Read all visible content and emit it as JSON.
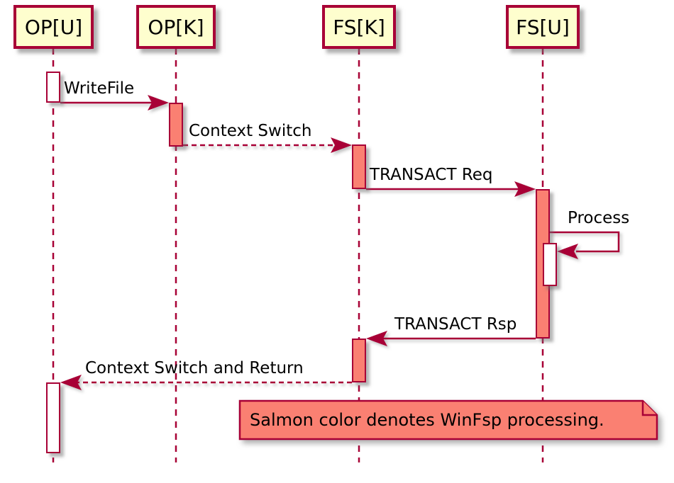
{
  "participants": [
    {
      "label": "OP[U]"
    },
    {
      "label": "OP[K]"
    },
    {
      "label": "FS[K]"
    },
    {
      "label": "FS[U]"
    }
  ],
  "messages": [
    {
      "label": "WriteFile",
      "type": "solid",
      "from": "OP[U]",
      "to": "OP[K]"
    },
    {
      "label": "Context Switch",
      "type": "dashed",
      "from": "OP[K]",
      "to": "FS[K]"
    },
    {
      "label": "TRANSACT Req",
      "type": "solid",
      "from": "FS[K]",
      "to": "FS[U]"
    },
    {
      "label": "Process",
      "type": "self",
      "from": "FS[U]",
      "to": "FS[U]"
    },
    {
      "label": "TRANSACT Rsp",
      "type": "solid",
      "from": "FS[U]",
      "to": "FS[K]"
    },
    {
      "label": "Context Switch and Return",
      "type": "dashed",
      "from": "FS[K]",
      "to": "OP[U]"
    }
  ],
  "note": {
    "text": "Salmon color denotes WinFsp processing."
  },
  "colors": {
    "line": "#A80036",
    "salmon": "#FA8072",
    "participant_fill": "#FEFECE",
    "text": "#000000",
    "background": "#FFFFFF"
  }
}
